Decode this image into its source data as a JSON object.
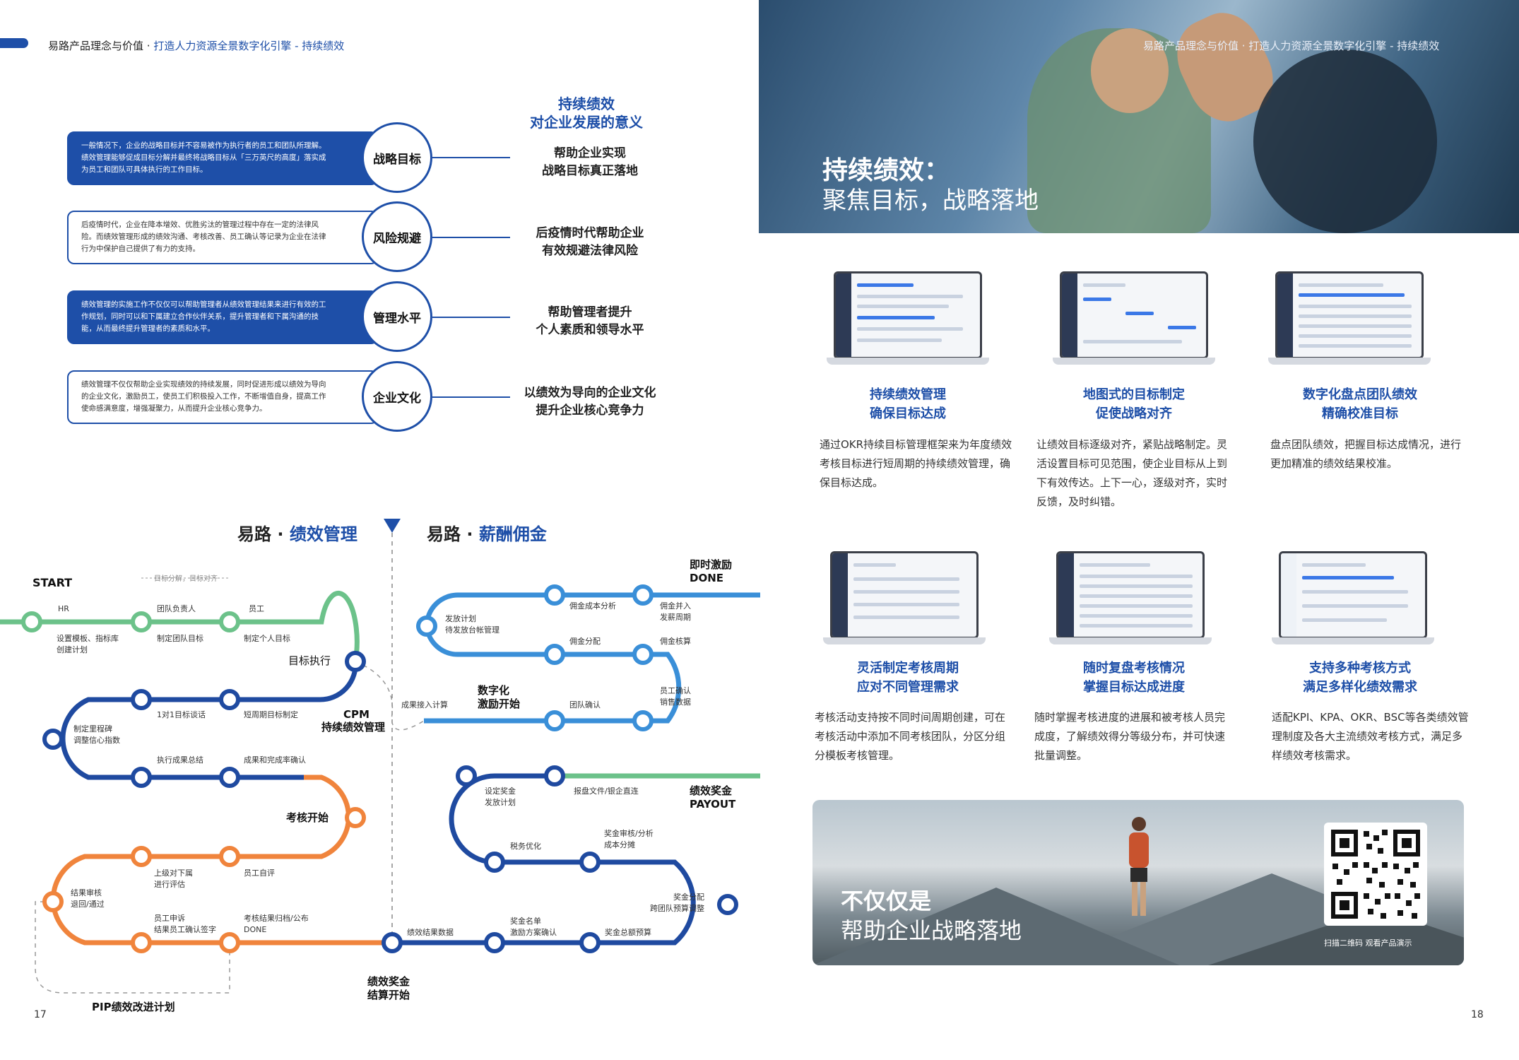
{
  "header": {
    "left_prefix": "易路产品理念与价值 · ",
    "left_highlight": "打造人力资源全景数字化引擎 - 持续绩效",
    "right_text": "易路产品理念与价值 · 打造人力资源全景数字化引擎 - 持续绩效"
  },
  "meaning": {
    "title_line1": "持续绩效",
    "title_line2": "对企业发展的意义",
    "items": [
      {
        "label": "战略目标",
        "text": "一般情况下，企业的战略目标并不容易被作为执行者的员工和团队所理解。绩效管理能够促成目标分解并最终将战略目标从「三万英尺的高度」落实成为员工和团队可具体执行的工作目标。",
        "desc_line1": "帮助企业实现",
        "desc_line2": "战略目标真正落地"
      },
      {
        "label": "风险规避",
        "text": "后疫情时代，企业在降本增效、优胜劣汰的管理过程中存在一定的法律风险。而绩效管理形成的绩效沟通、考核改善、员工确认等记录为企业在法律行为中保护自己提供了有力的支持。",
        "desc_line1": "后疫情时代帮助企业",
        "desc_line2": "有效规避法律风险"
      },
      {
        "label": "管理水平",
        "text": "绩效管理的实施工作不仅仅可以帮助管理者从绩效管理结果来进行有效的工作规划，同时可以和下属建立合作伙伴关系，提升管理者和下属沟通的技能，从而最终提升管理者的素质和水平。",
        "desc_line1": "帮助管理者提升",
        "desc_line2": "个人素质和领导水平"
      },
      {
        "label": "企业文化",
        "text": "绩效管理不仅仅帮助企业实现绩效的持续发展，同时促进形成以绩效为导向的企业文化，激励员工，使员工们积极投入工作，不断增值自身，提高工作使命感满意度，增强凝聚力，从而提升企业核心竞争力。",
        "desc_line1": "以绩效为导向的企业文化",
        "desc_line2": "提升企业核心竞争力"
      }
    ]
  },
  "metro": {
    "left_title_prefix": "易路 · ",
    "left_title_highlight": "绩效管理",
    "right_title_prefix": "易路 · ",
    "right_title_highlight": "薪酬佣金",
    "start": "START",
    "goal_align": "目标分解，目标对齐",
    "hr": "HR",
    "team_leader": "团队负责人",
    "employee": "员工",
    "setup_template": "设置模板、指标库",
    "create_plan": "创建计划",
    "team_goal": "制定团队目标",
    "personal_goal": "制定个人目标",
    "goal_exec": "目标执行",
    "one_on_one": "1对1目标谈话",
    "short_goal": "短周期目标制定",
    "milestone": "制定里程碑",
    "adjust_conf": "调整信心指数",
    "cpm_line1": "CPM",
    "cpm_line2": "持续绩效管理",
    "exec_summary": "执行成果总结",
    "result_confirm": "成果和完成率确认",
    "review_start": "考核开始",
    "superior_eval": "上级对下属",
    "eval_line2": "进行评估",
    "self_eval": "员工自评",
    "result_audit": "结果审核",
    "return_pass": "退回/通过",
    "appeal": "员工申诉",
    "confirm_sign": "结果员工确认签字",
    "archive": "考核结果归档/公布",
    "done_left": "DONE",
    "pip": "PIP绩效改进计划",
    "result_calc": "成果接入计算",
    "bonus_settle_line1": "绩效奖金",
    "bonus_settle_line2": "结算开始",
    "perf_data": "绩效结果数据",
    "bonus_list": "奖金名单",
    "incentive_confirm": "激励方案确认",
    "bonus_budget": "奖金总额预算",
    "bonus_alloc": "奖金分配",
    "cross_team_adj": "跨团队预算调整",
    "tax_opt": "税务优化",
    "bonus_audit": "奖金审核/分析",
    "cost_split": "成本分摊",
    "set_bonus": "设定奖金",
    "bonus_plan": "发放计划",
    "report_file": "报盘文件/银企直连",
    "payout_line1": "绩效奖金",
    "payout_line2": "PAYOUT",
    "digital_line1": "数字化",
    "digital_line2": "激励开始",
    "team_confirm": "团队确认",
    "emp_confirm": "员工确认",
    "sales_data": "销售数据",
    "comm_dist": "佣金分配",
    "comm_calc": "佣金核算",
    "issue_plan": "发放计划",
    "pending_ledger": "待发放台帐管理",
    "comm_cost": "佣金成本分析",
    "comm_merge": "佣金并入",
    "pay_cycle": "发薪周期",
    "instant_line1": "即时激励",
    "instant_line2": "DONE"
  },
  "page_numbers": {
    "left": "17",
    "right": "18"
  },
  "hero": {
    "line1": "持续绩效：",
    "line2": "聚焦目标，战略落地"
  },
  "features": [
    {
      "title1": "持续绩效管理",
      "title2": "确保目标达成",
      "desc": "通过OKR持续目标管理框架来为年度绩效考核目标进行短周期的持续绩效管理，确保目标达成。"
    },
    {
      "title1": "地图式的目标制定",
      "title2": "促使战略对齐",
      "desc": "让绩效目标逐级对齐，紧贴战略制定。灵活设置目标可见范围，使企业目标从上到下有效传达。上下一心，逐级对齐，实时反馈，及时纠错。"
    },
    {
      "title1": "数字化盘点团队绩效",
      "title2": "精确校准目标",
      "desc": "盘点团队绩效，把握目标达成情况，进行更加精准的绩效结果校准。"
    },
    {
      "title1": "灵活制定考核周期",
      "title2": "应对不同管理需求",
      "desc": "考核活动支持按不同时间周期创建，可在考核活动中添加不同考核团队，分区分组分模板考核管理。"
    },
    {
      "title1": "随时复盘考核情况",
      "title2": "掌握目标达成进度",
      "desc": "随时掌握考核进度的进展和被考核人员完成度，了解绩效得分等级分布，并可快速批量调整。"
    },
    {
      "title1": "支持多种考核方式",
      "title2": "满足多样化绩效需求",
      "desc": "适配KPI、KPA、OKR、BSC等各类绩效管理制度及各大主流绩效考核方式，满足多样绩效考核需求。"
    }
  ],
  "banner": {
    "line1": "不仅仅是",
    "line2": "帮助企业战略落地",
    "qr_caption": "扫描二维码 观看产品演示"
  },
  "colors": {
    "brand_blue": "#1e4fa8",
    "line_green": "#6cc28a",
    "line_darkblue": "#1f4aa0",
    "line_orange": "#f0843c",
    "line_lightblue": "#3a8fd8"
  }
}
